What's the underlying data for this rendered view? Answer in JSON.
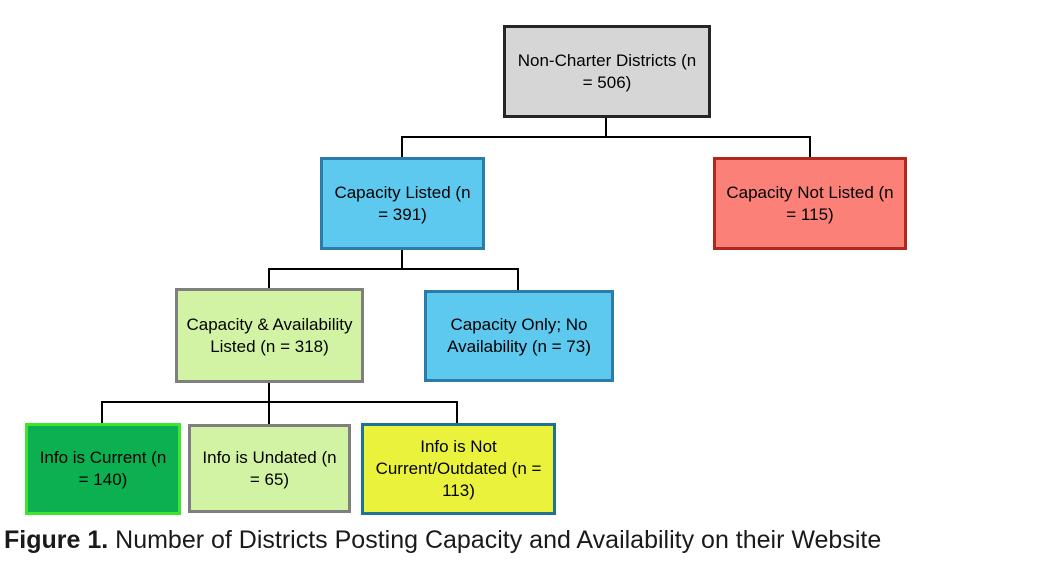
{
  "figure": {
    "caption_prefix": "Figure 1.",
    "caption_text": " Number of Districts Posting Capacity and Availability on their Website"
  },
  "colors": {
    "gray_fill": "#d6d6d6",
    "gray_border": "#262626",
    "blue_fill": "#5ec9ee",
    "blue_border": "#2b7da9",
    "red_fill": "#fb8178",
    "red_border": "#b2271b",
    "light_green_fill": "#d2f3a4",
    "light_green_border": "#7f7f7f",
    "green_fill": "#0cb050",
    "green_border": "#3ee52e",
    "yellow_fill": "#ebf23b",
    "yellow_border": "#1d7390",
    "connector": "#000000"
  },
  "tree": {
    "root": {
      "label": "Non-Charter Districts (n = 506)",
      "n": 506
    },
    "capacity_listed": {
      "label": "Capacity Listed (n = 391)",
      "n": 391
    },
    "capacity_not_listed": {
      "label": "Capacity Not Listed (n = 115)",
      "n": 115
    },
    "capacity_availability_listed": {
      "label": "Capacity & Availability Listed (n = 318)",
      "n": 318
    },
    "capacity_only": {
      "label": "Capacity Only; No Availability  (n = 73)",
      "n": 73
    },
    "info_current": {
      "label": "Info is Current (n = 140)",
      "n": 140
    },
    "info_undated": {
      "label": "Info is Undated (n = 65)",
      "n": 65
    },
    "info_outdated": {
      "label": "Info is Not Current/Outdated (n = 113)",
      "n": 113
    }
  }
}
